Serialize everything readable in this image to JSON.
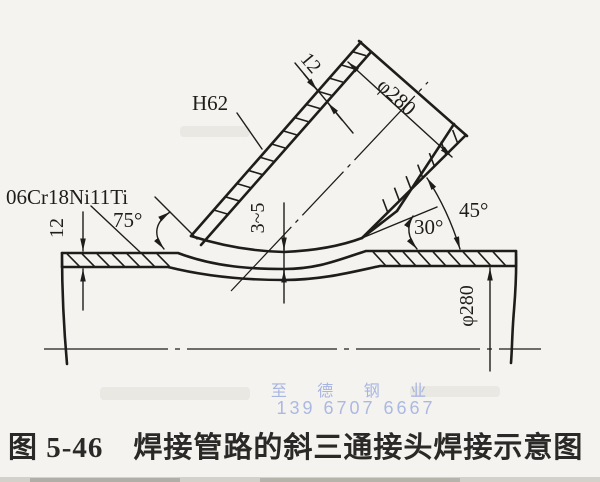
{
  "figure": {
    "caption": "图 5-46　焊接管路的斜三通接头焊接示意图",
    "labels": {
      "branch_material": "H62",
      "run_material": "06Cr18Ni11Ti",
      "branch_wall_thickness": "12",
      "run_wall_thickness": "12",
      "branch_diameter": "φ280",
      "run_diameter": "φ280",
      "root_gap": "3~5",
      "angle_left": "75°",
      "angle_bevel": "30°",
      "angle_branch": "45°"
    },
    "watermark": {
      "line1": "至 德 钢 业",
      "line2": "139 6707 6667",
      "color": "#9aabdf"
    },
    "colors": {
      "line": "#1f1d1b",
      "background": "#f4f3ef"
    }
  }
}
